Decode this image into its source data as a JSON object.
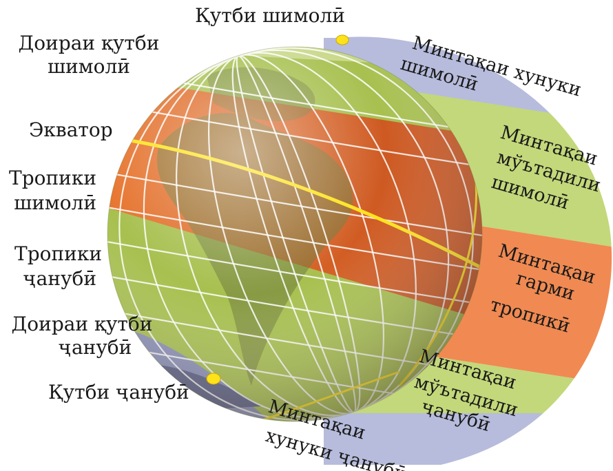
{
  "colors": {
    "polar": "#b7bcdc",
    "temperate": "#c3d87a",
    "tropical": "#f08a52",
    "equator": "#ffe21a"
  },
  "labels": {
    "north_pole": "Қутби шимолӣ",
    "arctic_circle_1": "Доираи қутби",
    "arctic_circle_2": "шимолӣ",
    "equator": "Экватор",
    "tropic_north_1": "Тропики",
    "tropic_north_2": "шимолӣ",
    "tropic_south_1": "Тропики",
    "tropic_south_2": "ҷанубӣ",
    "antarctic_circle_1": "Доираи қутби",
    "antarctic_circle_2": "ҷанубӣ",
    "south_pole": "Қутби ҷанубӣ"
  },
  "zones": {
    "north_frigid_1": "Минтақаи хунуки",
    "north_frigid_2": "шимолӣ",
    "north_temperate_1": "Минтақаи",
    "north_temperate_2": "мўътадили",
    "north_temperate_3": "шимолӣ",
    "tropical_1": "Минтақаи",
    "tropical_2": "гарми",
    "tropical_3": "тропикӣ",
    "south_temperate_1": "Минтақаи",
    "south_temperate_2": "мўътадили",
    "south_temperate_3": "ҷанубӣ",
    "south_frigid_1": "Минтақаи",
    "south_frigid_2": "хунуки ҷанубӣ"
  }
}
